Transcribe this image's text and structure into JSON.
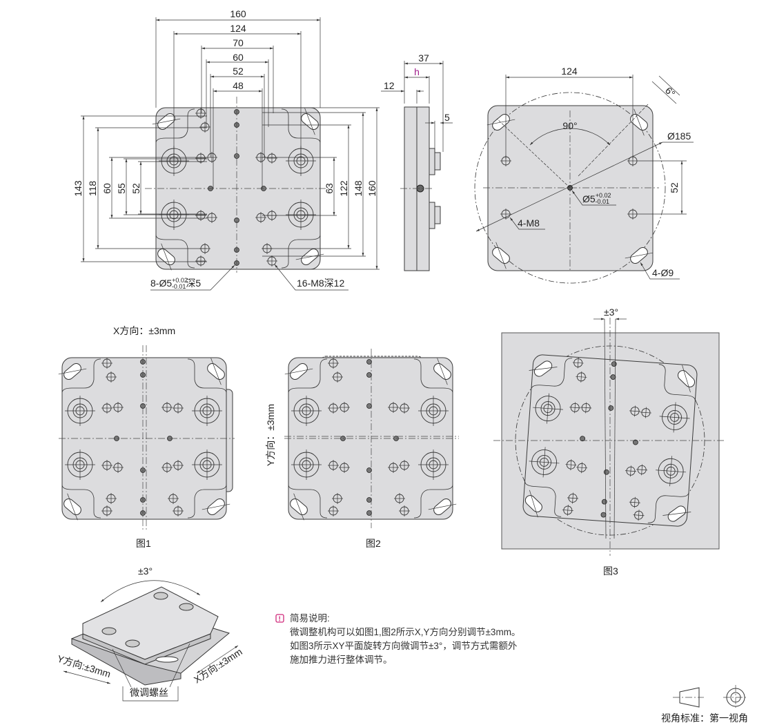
{
  "top_view": {
    "dims_horizontal": [
      "160",
      "124",
      "70",
      "60",
      "52",
      "48"
    ],
    "dims_left": [
      "143",
      "118",
      "60",
      "55",
      "52"
    ],
    "dims_right": [
      "63",
      "122",
      "148",
      "160"
    ],
    "callout_pin": {
      "prefix": "8-Ø5",
      "tol_upper": "+0.02",
      "tol_lower": "-0.01",
      "suffix": "深5"
    },
    "callout_thread": "16-M8深12"
  },
  "side_view": {
    "dim_total": "37",
    "dim_h": "h",
    "dim_12": "12",
    "dim_5": "5",
    "h_color": "#a0208c"
  },
  "bottom_view": {
    "dim_width": "124",
    "angle_6": "6°",
    "angle_90": "90°",
    "circle_dia": "Ø185",
    "dim_52": "52",
    "pin_prefix": "Ø5",
    "pin_tol_upper": "+0.02",
    "pin_tol_lower": "-0.01",
    "thread": "4-M8",
    "through_hole": "4-Ø9"
  },
  "figures": {
    "fig1_caption": "图1",
    "fig1_label": "X方向：±3mm",
    "fig2_caption": "图2",
    "fig2_label": "Y方向：±3mm",
    "fig3_caption": "图3",
    "fig3_label": "±3°"
  },
  "iso_view": {
    "rotation": "±3°",
    "y_label": "Y方向:±3mm",
    "x_label": "X方向:±3mm",
    "screw_label": "微调螺丝"
  },
  "notes": {
    "icon": "alert-icon",
    "title": "简易说明:",
    "lines": [
      "微调整机构可以如图1,图2所示X,Y方向分别调节±3mm。",
      "如图3所示XY平面旋转方向微调节±3°，调节方式需额外",
      "施加推力进行整体调节。"
    ],
    "accent": "#d0287a"
  },
  "projection": {
    "label": "视角标准：第一视角"
  }
}
